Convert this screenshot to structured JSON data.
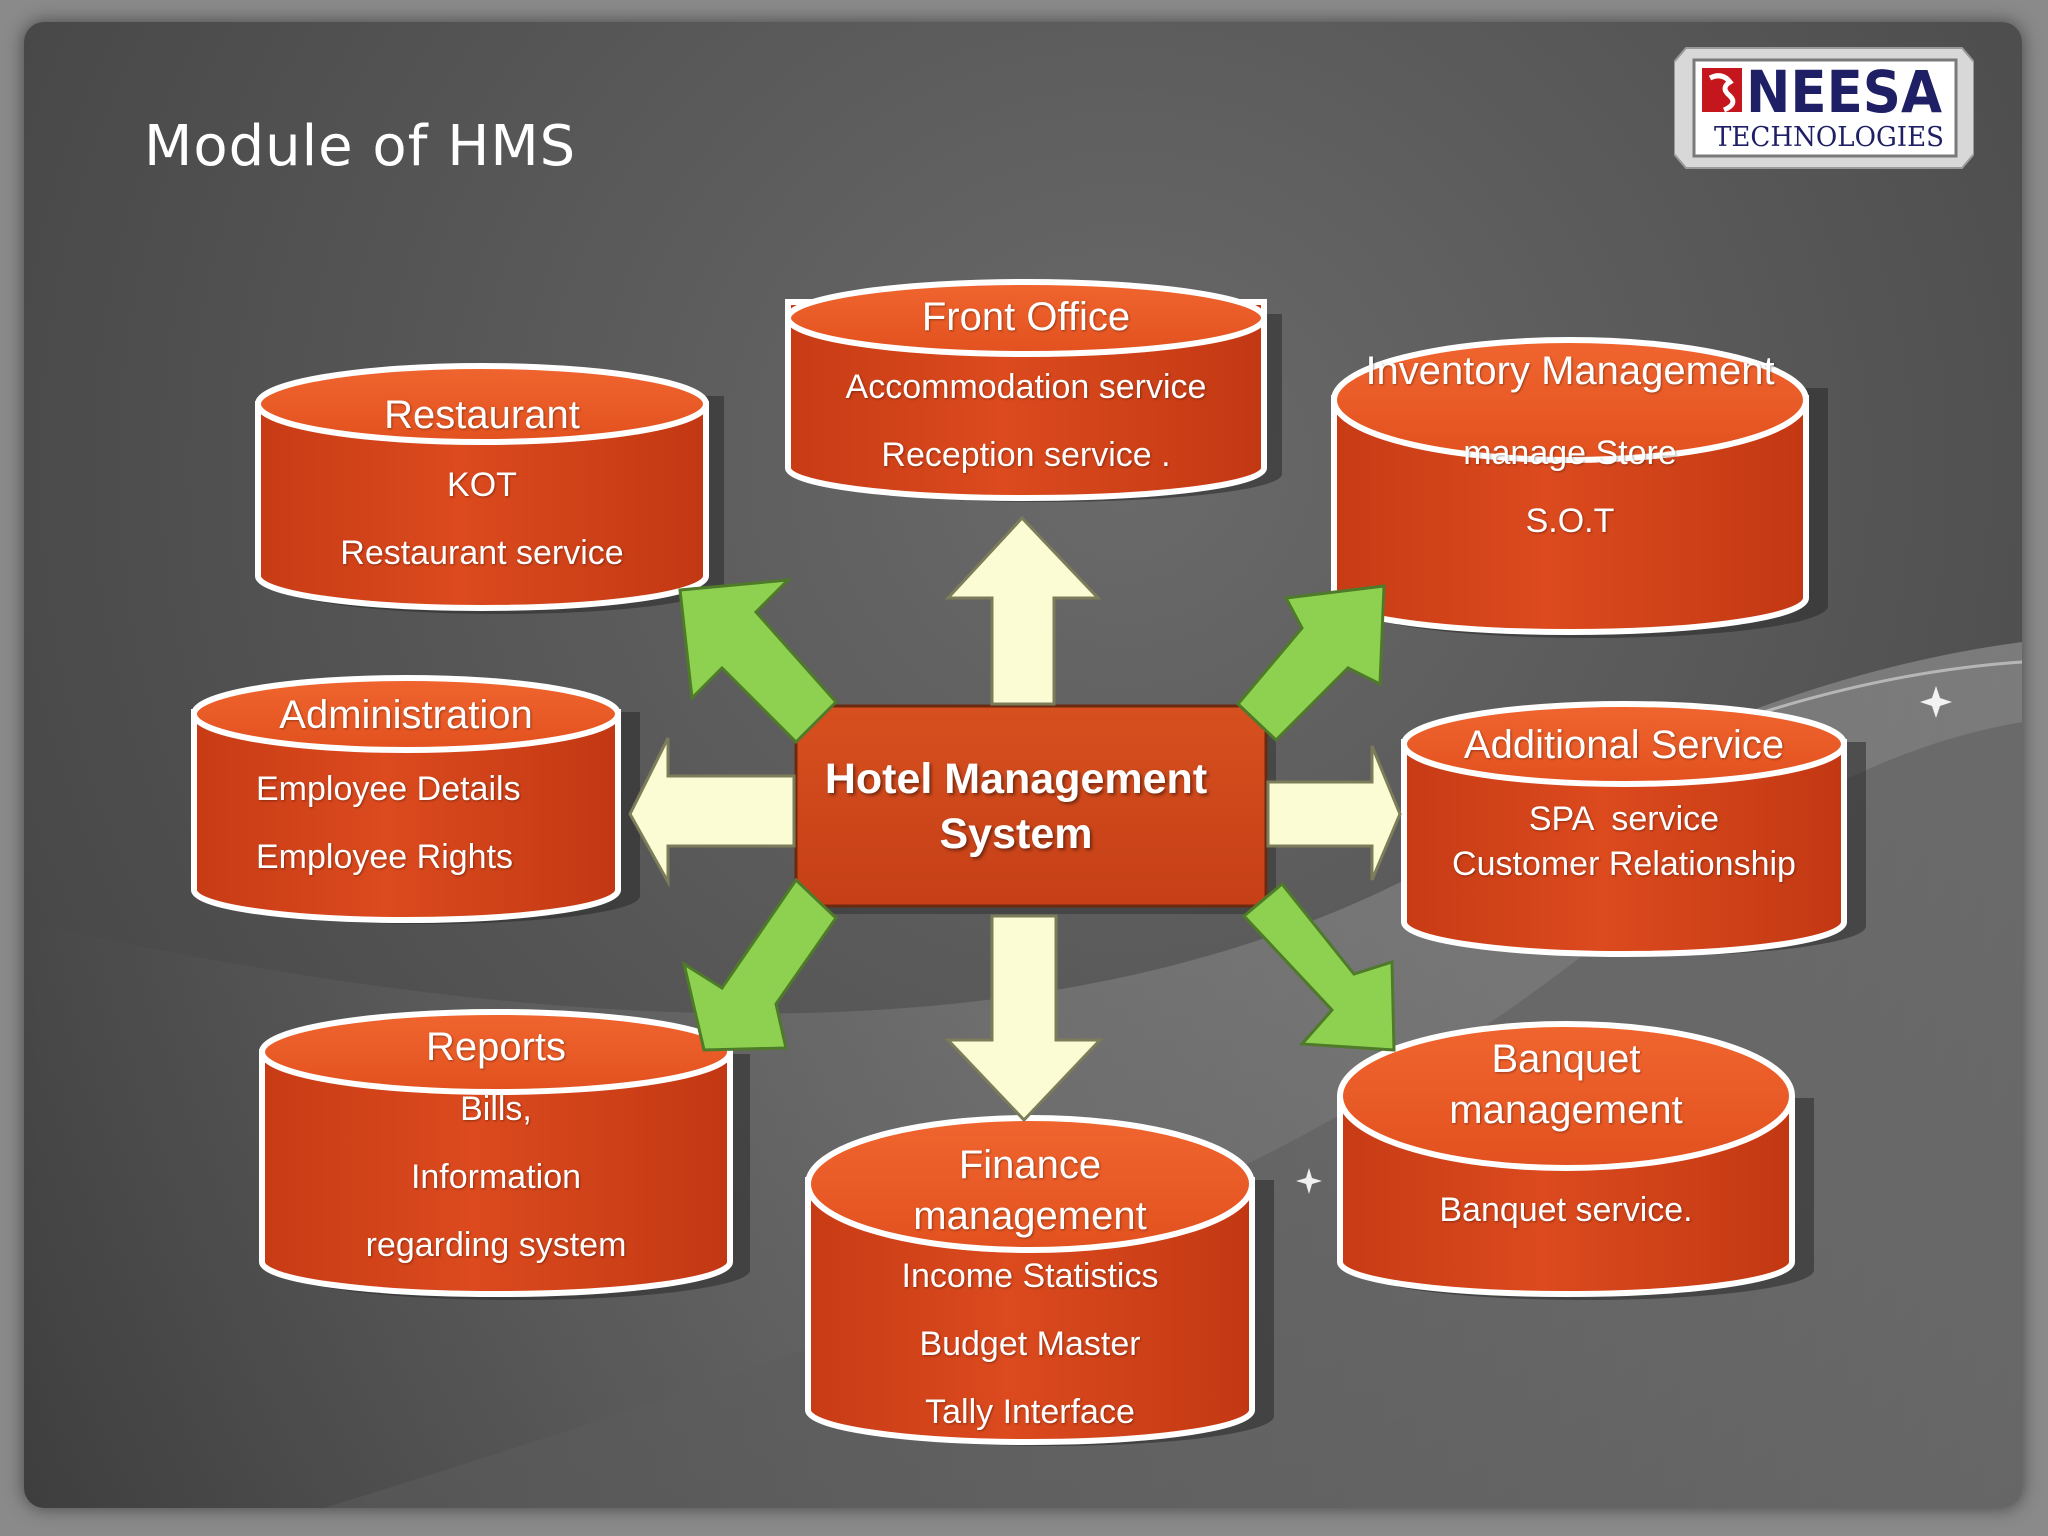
{
  "slide": {
    "title": "Module of HMS"
  },
  "logo": {
    "brand": "NEESA",
    "tagline": "TECHNOLOGIES"
  },
  "hub": {
    "label": "Hotel Management System"
  },
  "modules": {
    "front_office": {
      "title": "Front Office",
      "items": [
        "Accommodation service",
        "Reception service ."
      ]
    },
    "restaurant": {
      "title": "Restaurant",
      "items": [
        "KOT",
        "Restaurant service"
      ]
    },
    "inventory": {
      "title": "Inventory Management",
      "items": [
        "manage Store",
        "S.O.T"
      ]
    },
    "administration": {
      "title": "Administration",
      "items": [
        "Employee Details",
        "Employee Rights"
      ]
    },
    "additional_service": {
      "title": "Additional Service",
      "items": [
        "SPA  service",
        "Customer Relationship"
      ]
    },
    "reports": {
      "title": "Reports",
      "items": [
        "Bills,",
        "Information",
        "regarding system"
      ]
    },
    "finance": {
      "title": "Finance management",
      "items": [
        "Income Statistics",
        "Budget Master",
        "Tally Interface"
      ]
    },
    "banquet": {
      "title": "Banquet management",
      "items": [
        "Banquet service."
      ]
    }
  },
  "colors": {
    "module_fill": "#d9441a",
    "module_outline": "#ffffff",
    "hub_fill": "#d0451c",
    "arrow_cream": "#fbfbd4",
    "arrow_green": "#8ed151"
  }
}
